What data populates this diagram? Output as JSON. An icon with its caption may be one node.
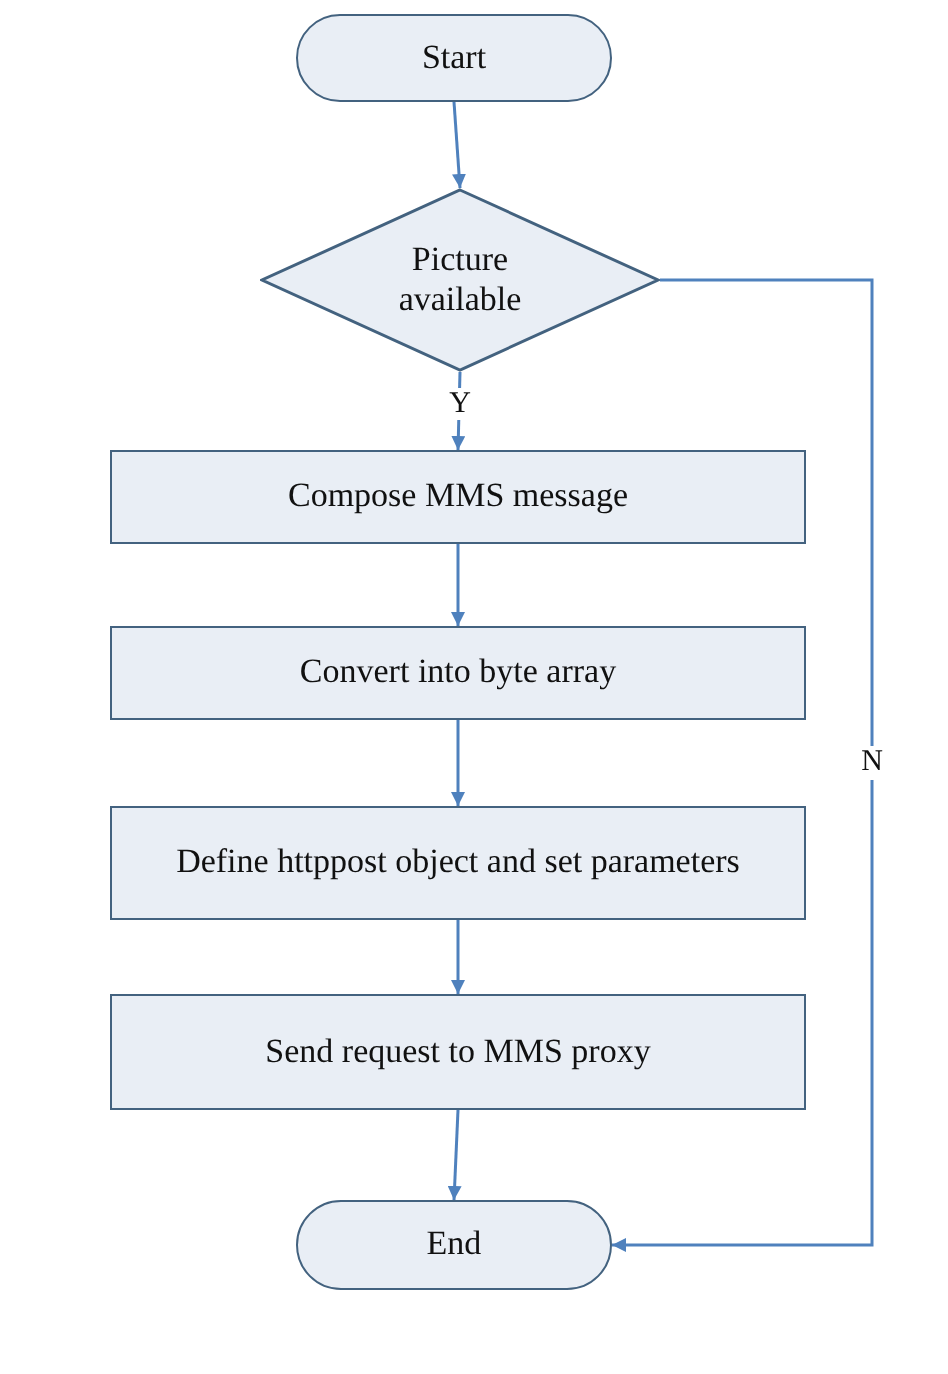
{
  "diagram": {
    "nodes": [
      {
        "text": [
          "Start"
        ]
      },
      {
        "text": [
          "Picture available"
        ]
      },
      {
        "text": [
          "Compose MMS message"
        ]
      },
      {
        "text": [
          "Convert into byte array"
        ]
      },
      {
        "text": [
          "Define httppost object and set parameters"
        ]
      },
      {
        "text": [
          "Send request to MMS proxy"
        ]
      },
      {
        "text": [
          "End"
        ]
      }
    ],
    "edges": [
      {
        "from": 0,
        "to": 1,
        "arrow": "to"
      },
      {
        "from": 1,
        "to": 2,
        "arrow": "to",
        "label": "Y"
      },
      {
        "from": 2,
        "to": 3,
        "arrow": "to"
      },
      {
        "from": 3,
        "to": 4,
        "arrow": "to"
      },
      {
        "from": 4,
        "to": 5,
        "arrow": "to"
      },
      {
        "from": 5,
        "to": 6,
        "arrow": "to"
      },
      {
        "from": 1,
        "to": 6,
        "arrow": "to",
        "label": "N"
      }
    ]
  }
}
